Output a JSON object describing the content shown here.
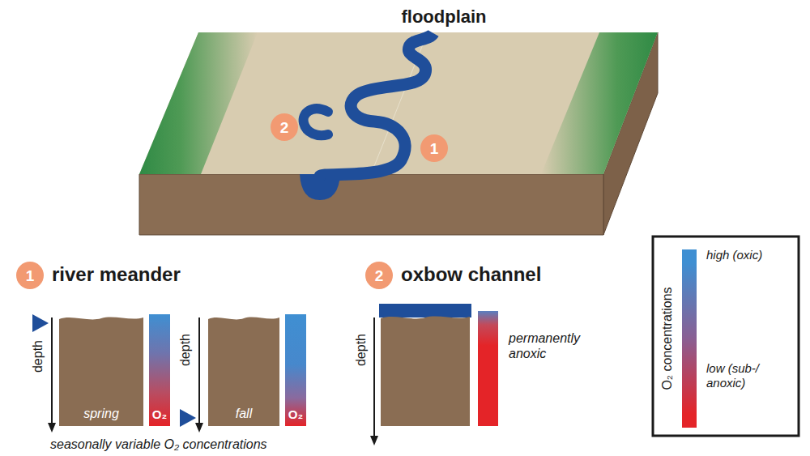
{
  "diagram": {
    "title": "floodplain",
    "nodes": [
      {
        "text": [
          "2"
        ]
      },
      {
        "text": [
          "1"
        ]
      },
      {
        "text": [
          "1"
        ]
      },
      {
        "text": [
          "2"
        ]
      },
      {
        "text": [
          "spring"
        ]
      },
      {
        "text": [
          "O₂"
        ]
      },
      {
        "text": [
          "fall"
        ]
      },
      {
        "text": [
          "O₂"
        ]
      }
    ],
    "labels": [
      "river meander",
      "oxbow channel",
      "depth",
      "depth",
      "depth",
      "seasonally variable O₂ concentrations",
      "permanently anoxic",
      "O₂ concentrations"
    ],
    "legend": [
      {
        "text": "high (oxic)",
        "color": "#3f8fd2"
      },
      {
        "text": "low (sub-/ anoxic)",
        "color": "#e42428"
      }
    ]
  }
}
